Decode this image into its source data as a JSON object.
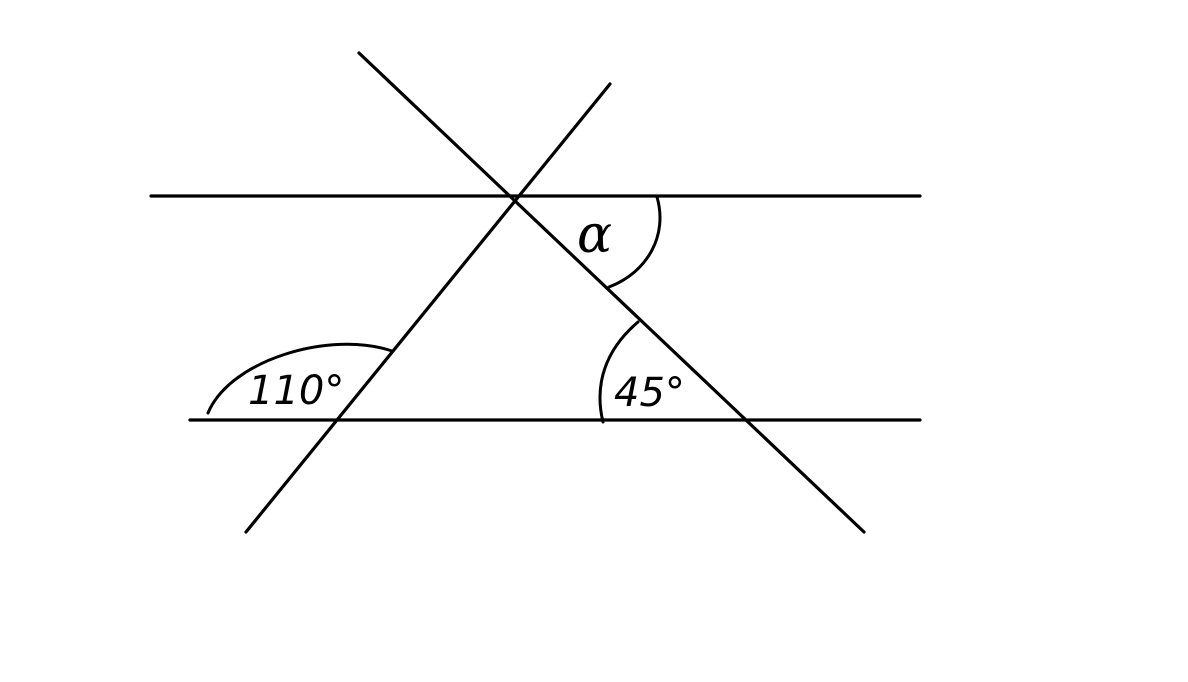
{
  "diagram": {
    "labels": {
      "angle_bottom_left": "110°",
      "angle_bottom_right": "45°",
      "angle_unknown": "α"
    },
    "colors": {
      "ink": "#000000",
      "background": "#ffffff"
    }
  }
}
